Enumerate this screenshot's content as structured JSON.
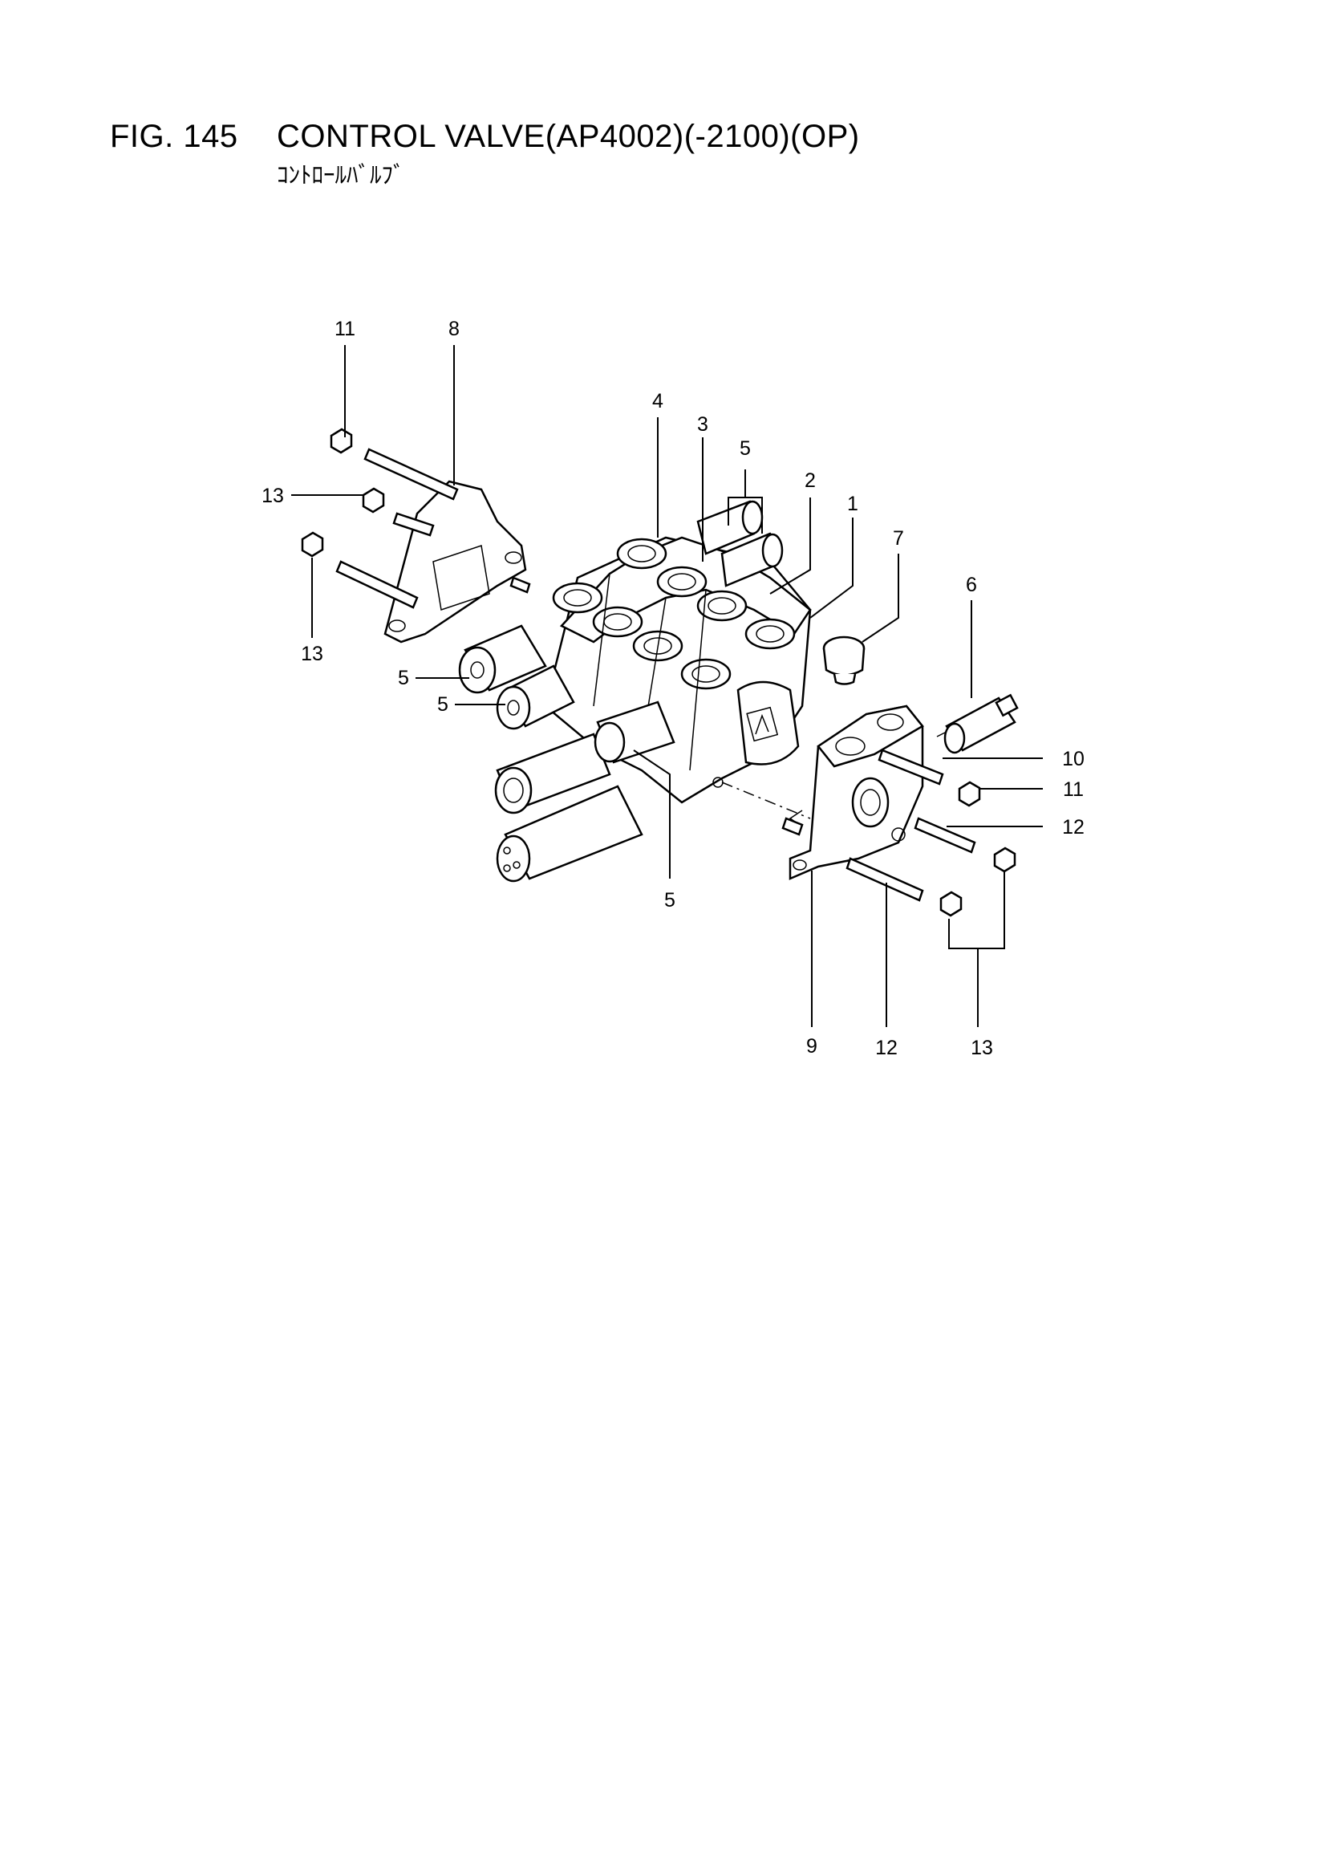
{
  "header": {
    "figure": "FIG. 145",
    "title": "CONTROL VALVE(AP4002)(-2100)(OP)",
    "subtitle": "ｺﾝﾄﾛｰﾙﾊﾞﾙﾌﾞ"
  },
  "callouts": {
    "c11_top": "11",
    "c8": "8",
    "c13_left_upper": "13",
    "c13_left_lower": "13",
    "c4": "4",
    "c3": "3",
    "c5_top": "5",
    "c2": "2",
    "c1": "1",
    "c7": "7",
    "c6": "6",
    "c5_left_a": "5",
    "c5_left_b": "5",
    "c5_bottom": "5",
    "c10": "10",
    "c11_right": "11",
    "c12_right": "12",
    "c9": "9",
    "c12_bottom": "12",
    "c13_bottom": "13"
  }
}
